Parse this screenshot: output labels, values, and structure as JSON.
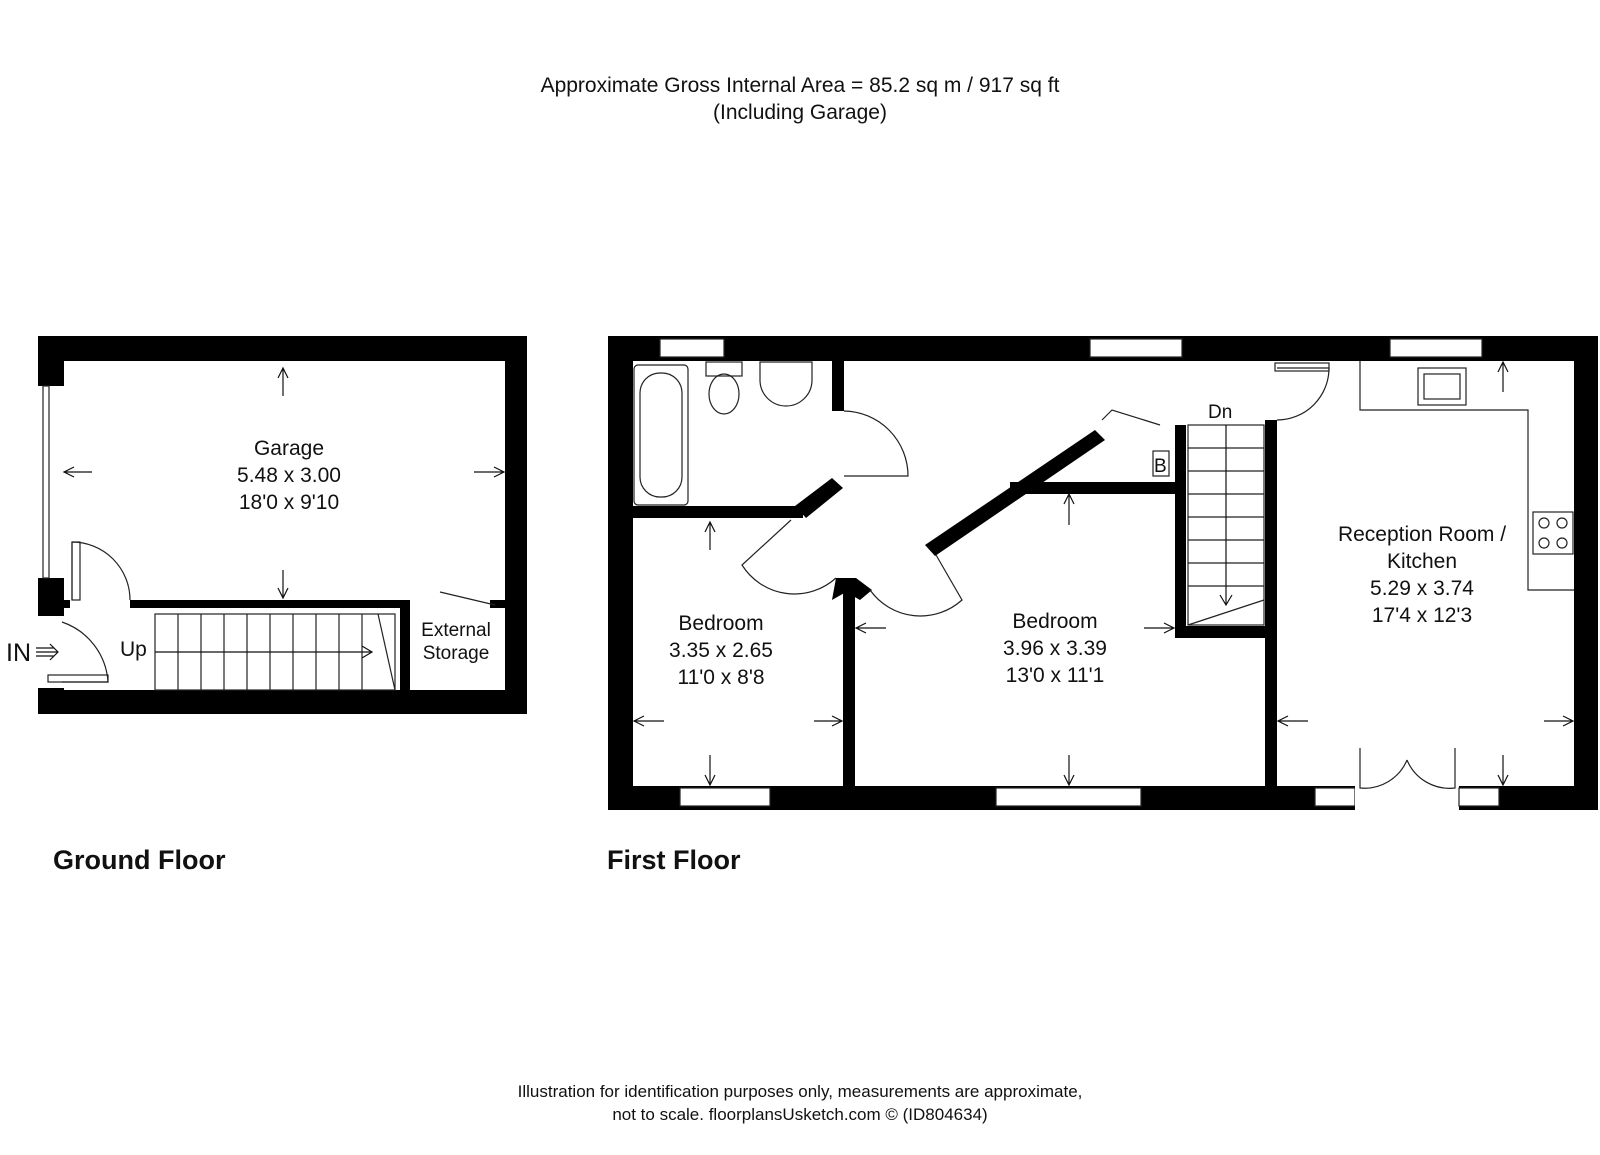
{
  "header": {
    "line1": "Approximate Gross Internal Area = 85.2 sq m / 917 sq ft",
    "line2": "(Including Garage)"
  },
  "ground_floor": {
    "title": "Ground Floor",
    "entrance_label": "IN",
    "stairs_label": "Up",
    "garage": {
      "name": "Garage",
      "metric": "5.48 x 3.00",
      "imperial": "18'0 x 9'10"
    },
    "storage": {
      "line1": "External",
      "line2": "Storage"
    }
  },
  "first_floor": {
    "title": "First Floor",
    "stairs_label": "Dn",
    "boiler_label": "B",
    "bedroom1": {
      "name": "Bedroom",
      "metric": "3.35 x 2.65",
      "imperial": "11'0 x 8'8"
    },
    "bedroom2": {
      "name": "Bedroom",
      "metric": "3.96 x 3.39",
      "imperial": "13'0 x 11'1"
    },
    "reception": {
      "name_line1": "Reception Room /",
      "name_line2": "Kitchen",
      "metric": "5.29 x 3.74",
      "imperial": "17'4 x 12'3"
    }
  },
  "footer": {
    "line1": "Illustration for identification purposes only, measurements are approximate,",
    "line2": "not to scale. floorplansUsketch.com © (ID804634)"
  }
}
